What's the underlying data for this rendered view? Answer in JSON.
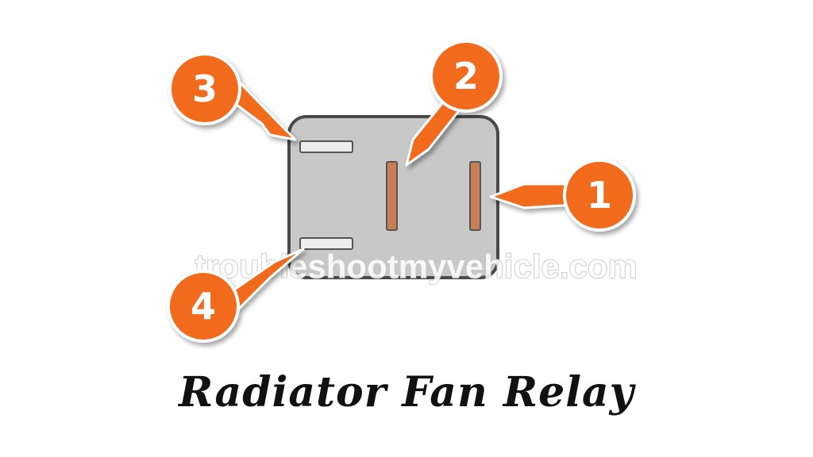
{
  "title": "Radiator Fan Relay",
  "watermark": "troubleshootmyvehicle.com",
  "callouts": [
    {
      "id": "3",
      "label": "3"
    },
    {
      "id": "2",
      "label": "2"
    },
    {
      "id": "1",
      "label": "1"
    },
    {
      "id": "4",
      "label": "4"
    }
  ],
  "colors": {
    "callout": "#f26a1b",
    "relay_body": "#c8c8c8",
    "relay_border": "#4a4a4a",
    "vertical_terminal": "#c97f55",
    "horizontal_terminal": "#ededed"
  }
}
